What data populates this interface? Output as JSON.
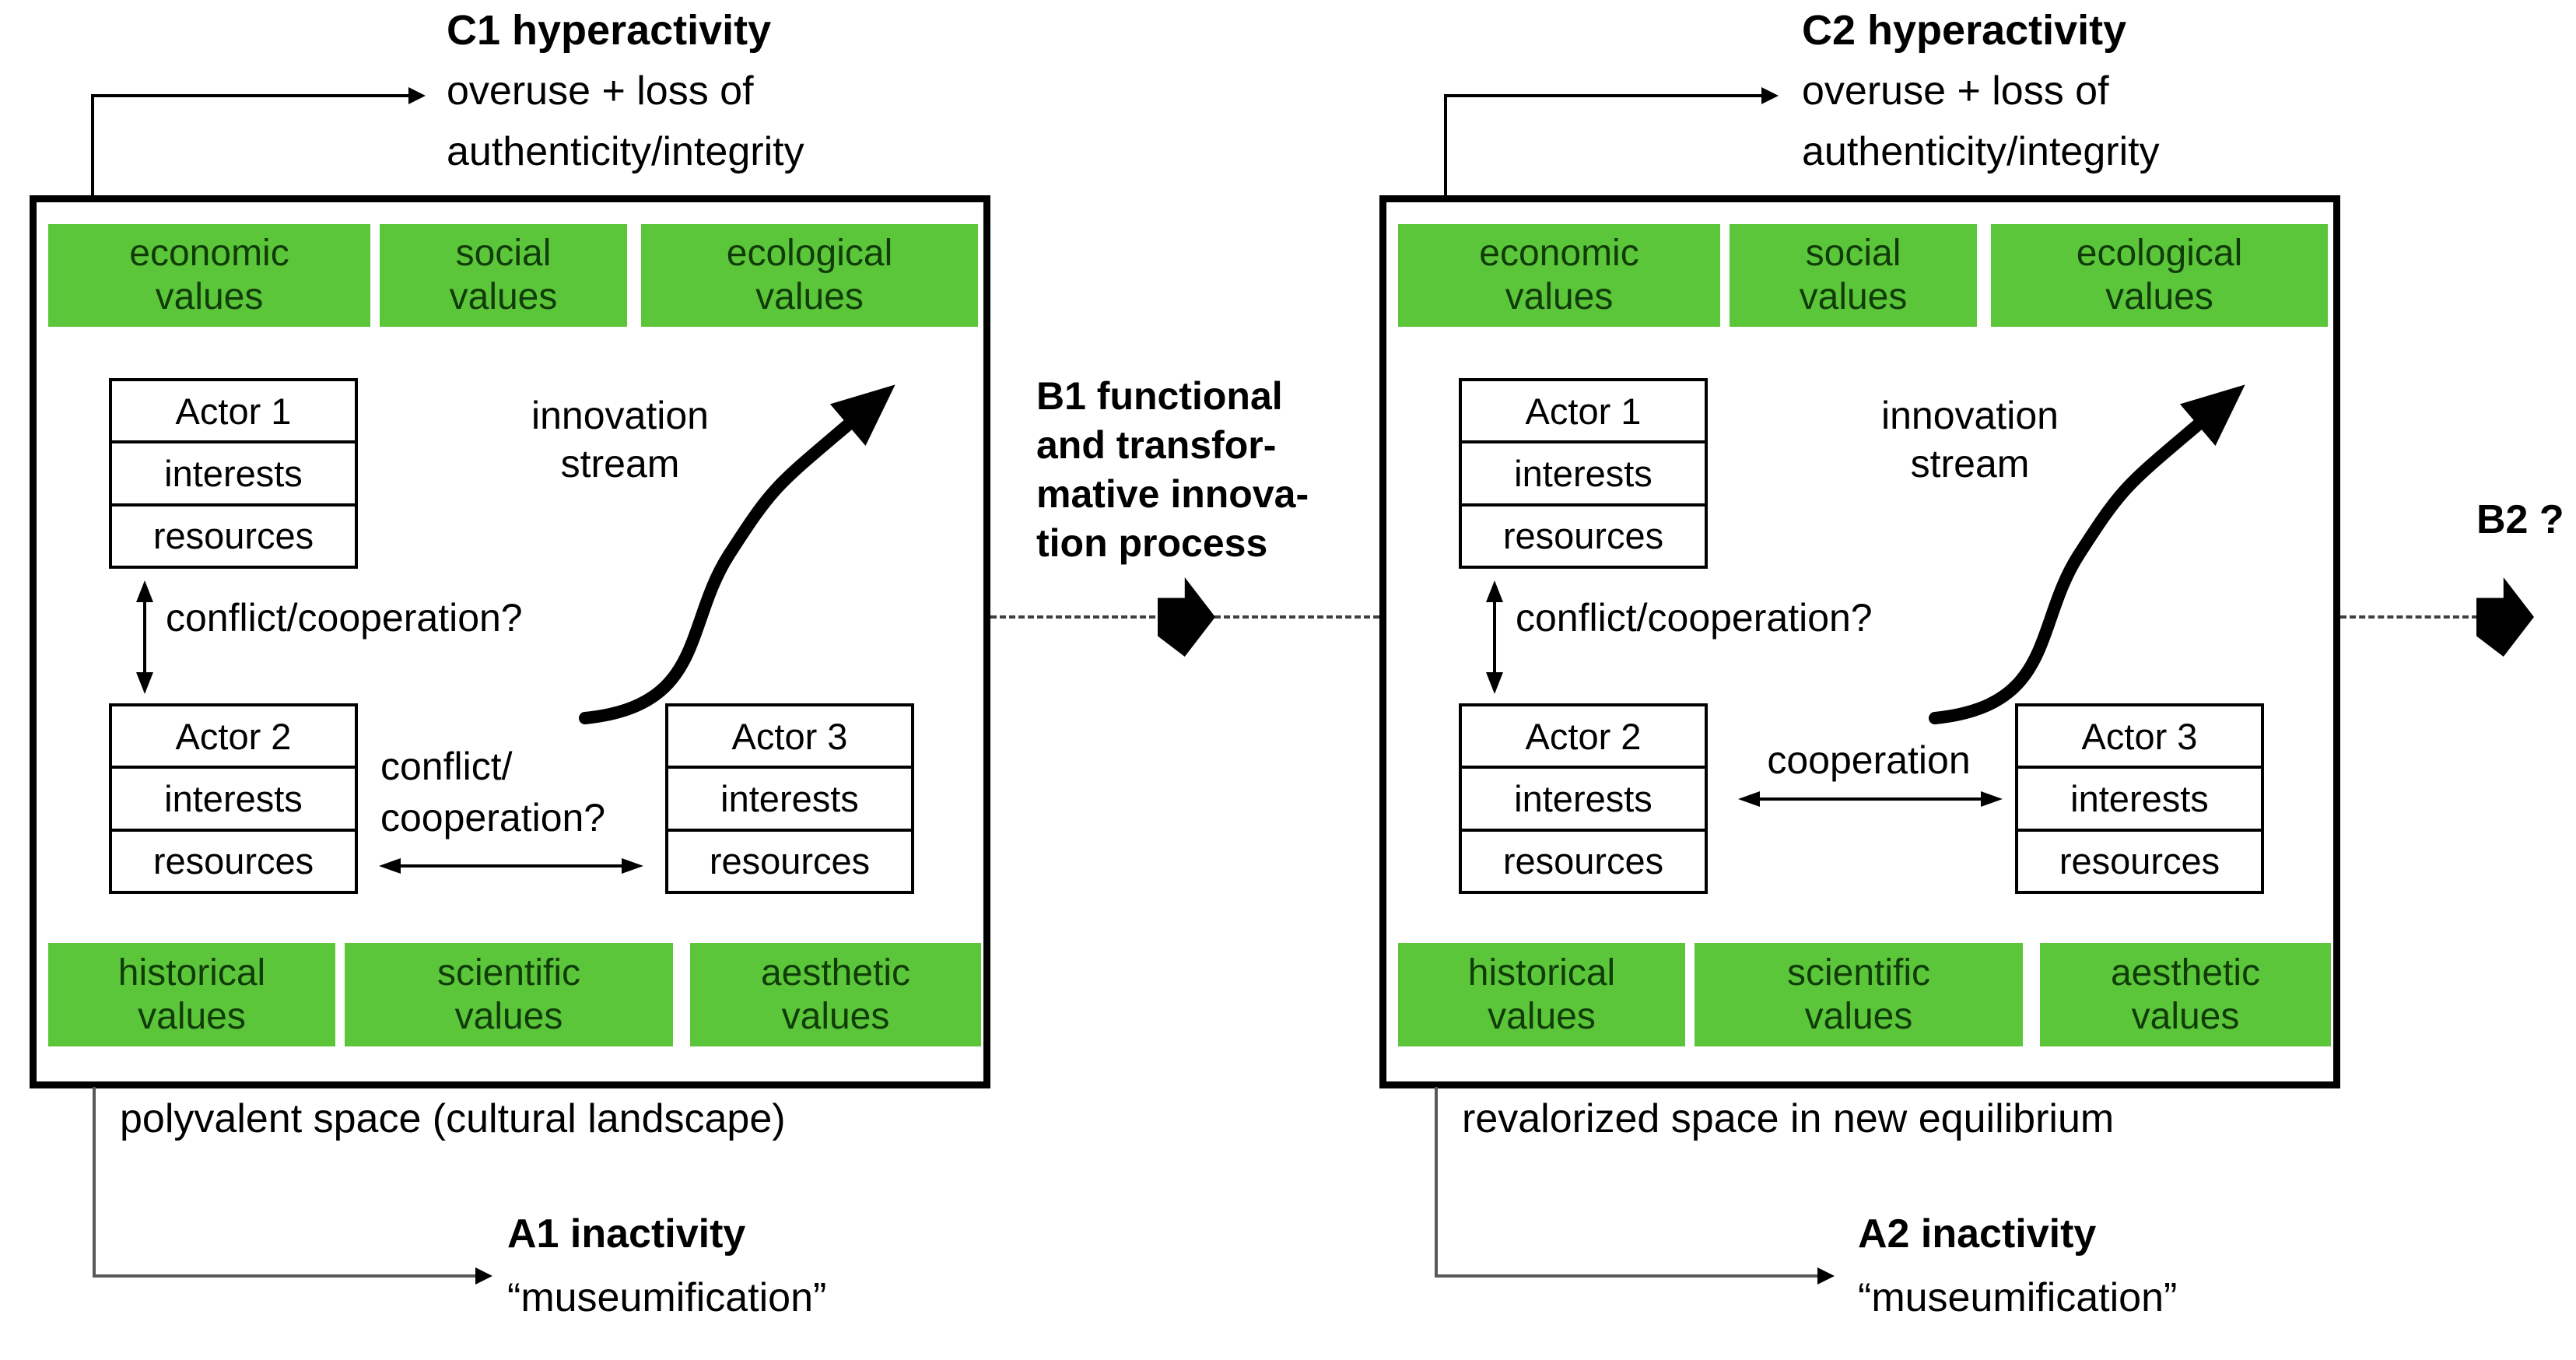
{
  "colors": {
    "value_box_green": "#5cc63a",
    "value_text_green": "#103c08",
    "elbow_gray": "#595959",
    "dash_line": "#404040",
    "line_black": "#000000"
  },
  "left": {
    "hyper_title": "C1 hyperactivity",
    "hyper_line1": "overuse + loss of",
    "hyper_line2": "authenticity/integrity",
    "values_top": [
      {
        "l1": "economic",
        "l2": "values"
      },
      {
        "l1": "social",
        "l2": "values"
      },
      {
        "l1": "ecological",
        "l2": "values"
      }
    ],
    "actor1": {
      "title": "Actor 1",
      "interests": "interests",
      "resources": "resources"
    },
    "actor2": {
      "title": "Actor 2",
      "interests": "interests",
      "resources": "resources"
    },
    "actor3": {
      "title": "Actor 3",
      "interests": "interests",
      "resources": "resources"
    },
    "innovation_l1": "innovation",
    "innovation_l2": "stream",
    "conflict_1_2": "conflict/cooperation?",
    "conflict_2_3_l1": "conflict/",
    "conflict_2_3_l2": "cooperation?",
    "values_bottom": [
      {
        "l1": "historical",
        "l2": "values"
      },
      {
        "l1": "scientific",
        "l2": "values"
      },
      {
        "l1": "aesthetic",
        "l2": "values"
      }
    ],
    "caption": "polyvalent space (cultural landscape)",
    "outcome_title": "A1 inactivity",
    "outcome_sub": "“museumification”"
  },
  "right": {
    "hyper_title": "C2 hyperactivity",
    "hyper_line1": "overuse + loss of",
    "hyper_line2": "authenticity/integrity",
    "values_top": [
      {
        "l1": "economic",
        "l2": "values"
      },
      {
        "l1": "social",
        "l2": "values"
      },
      {
        "l1": "ecological",
        "l2": "values"
      }
    ],
    "actor1": {
      "title": "Actor 1",
      "interests": "interests",
      "resources": "resources"
    },
    "actor2": {
      "title": "Actor 2",
      "interests": "interests",
      "resources": "resources"
    },
    "actor3": {
      "title": "Actor 3",
      "interests": "interests",
      "resources": "resources"
    },
    "innovation_l1": "innovation",
    "innovation_l2": "stream",
    "conflict_1_2": "conflict/cooperation?",
    "cooperation_2_3": "cooperation",
    "values_bottom": [
      {
        "l1": "historical",
        "l2": "values"
      },
      {
        "l1": "scientific",
        "l2": "values"
      },
      {
        "l1": "aesthetic",
        "l2": "values"
      }
    ],
    "caption": "revalorized space in new equilibrium",
    "outcome_title": "A2 inactivity",
    "outcome_sub": "“museumification”"
  },
  "transitions": {
    "b1_l1": "B1 functional",
    "b1_l2": "and transfor-",
    "b1_l3": "mative innova-",
    "b1_l4": "tion process",
    "b2": "B2 ?"
  }
}
